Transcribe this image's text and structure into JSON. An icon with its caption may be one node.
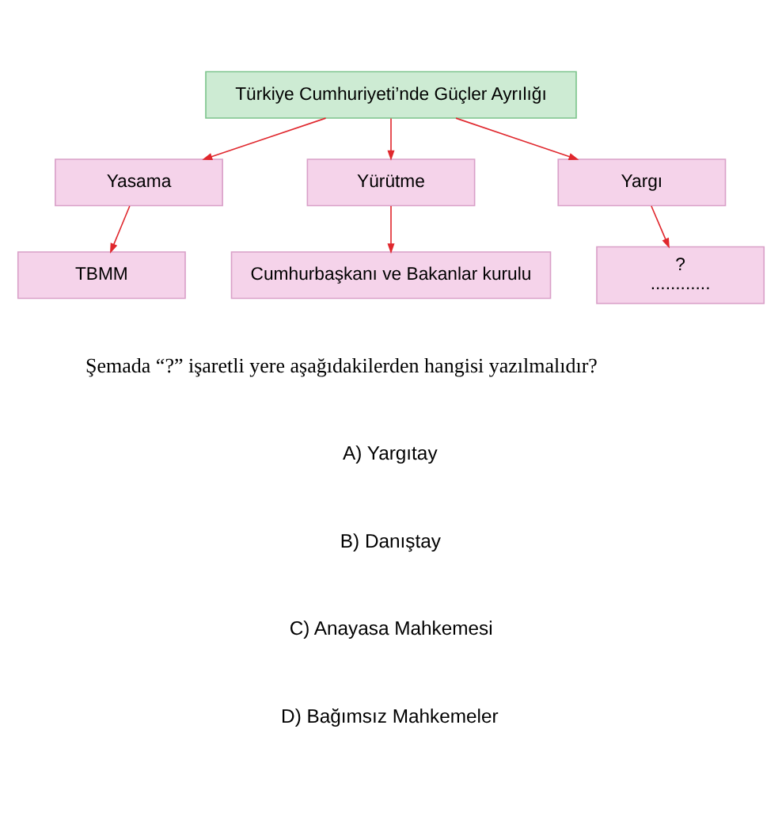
{
  "diagram": {
    "nodes": [
      {
        "text": [
          "Türkiye Cumhuriyeti’nde Güçler Ayrılığı"
        ]
      },
      {
        "text": [
          "Yasama"
        ]
      },
      {
        "text": [
          "Yürütme"
        ]
      },
      {
        "text": [
          "Yargı"
        ]
      },
      {
        "text": [
          "TBMM"
        ]
      },
      {
        "text": [
          "Cumhurbaşkanı ve Bakanlar kurulu"
        ]
      },
      {
        "text": [
          "?",
          "............"
        ]
      }
    ],
    "edges": [
      {
        "from": 0,
        "to": 1,
        "arrow": "to"
      },
      {
        "from": 0,
        "to": 2,
        "arrow": "to"
      },
      {
        "from": 0,
        "to": 3,
        "arrow": "to"
      },
      {
        "from": 1,
        "to": 4,
        "arrow": "to"
      },
      {
        "from": 2,
        "to": 5,
        "arrow": "to"
      },
      {
        "from": 3,
        "to": 6,
        "arrow": "to"
      }
    ],
    "labels": [
      "Şemada “?” işaretli yere aşağıdakilerden hangisi yazılmalıdır?",
      "A) Yargıtay",
      "B) Danıştay",
      "C) Anayasa Mahkemesi",
      "D) Bağımsız Mahkemeler"
    ]
  }
}
